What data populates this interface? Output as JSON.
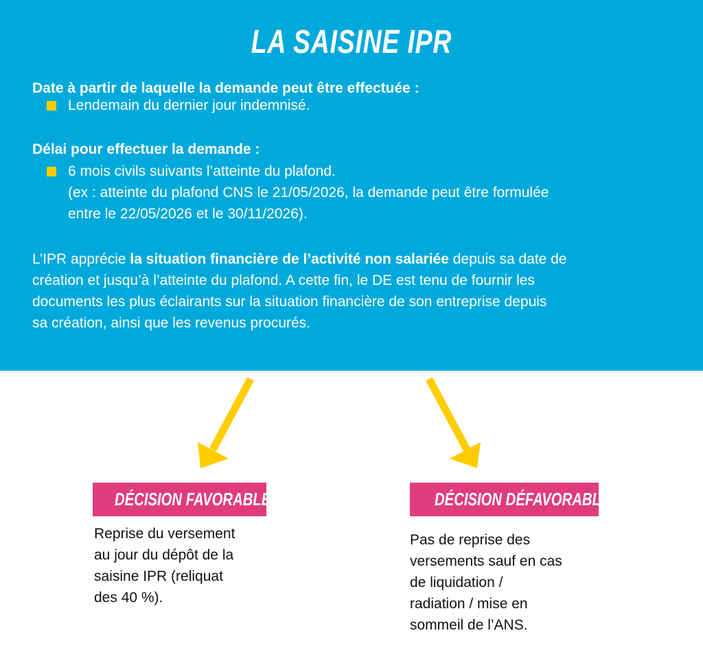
{
  "title": "LA SAISINE IPR",
  "section1": {
    "heading": "Date à partir de laquelle la demande peut être effectuée :",
    "bullet": "Lendemain du dernier jour indemnisé."
  },
  "section2": {
    "heading": "Délai pour effectuer la demande :",
    "bullet": "6 mois civils suivants l’atteinte du plafond.",
    "lines": [
      "(ex : atteinte du plafond CNS le 21/05/2026, la demande peut être formulée",
      "entre le 22/05/2026 et le 30/11/2026)."
    ]
  },
  "paragraph": {
    "l1_pre": "L’IPR apprécie ",
    "l1_bold": "la situation financière de l’activité non salariée",
    "l1_post": " depuis sa date de",
    "l2": "création et jusqu’à l’atteinte du plafond. A cette fin, le DE est tenu de fournir les",
    "l3": "documents les plus éclairants sur la situation financière de son entreprise depuis",
    "l4": "sa création, ainsi que les revenus procurés."
  },
  "favorable": {
    "label": "DÉCISION FAVORABLE",
    "lines": [
      "Reprise du versement",
      "au jour du dépôt de la",
      "saisine IPR (reliquat",
      "des 40 %)."
    ]
  },
  "defavorable": {
    "label": "DÉCISION DÉFAVORABLE",
    "lines": [
      "Pas de reprise des",
      "versements sauf en cas",
      "de liquidation /",
      "radiation / mise en",
      "sommeil de l’ANS."
    ]
  },
  "colors": {
    "panel": "#00A9DB",
    "accent": "#FFCC00",
    "label": "#E03C7D"
  }
}
